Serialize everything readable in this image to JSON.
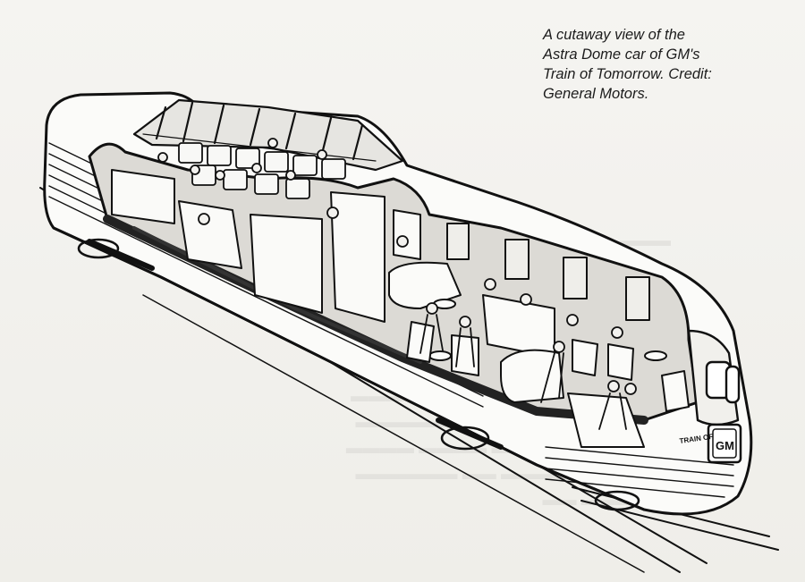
{
  "caption": {
    "lines": [
      "A cutaway view of the",
      "Astra Dome car of GM's",
      "Train of Tomorrow. Credit:",
      "General Motors."
    ]
  },
  "car_lettering": {
    "side_label": "TRAIN OF",
    "logo": "GM"
  }
}
